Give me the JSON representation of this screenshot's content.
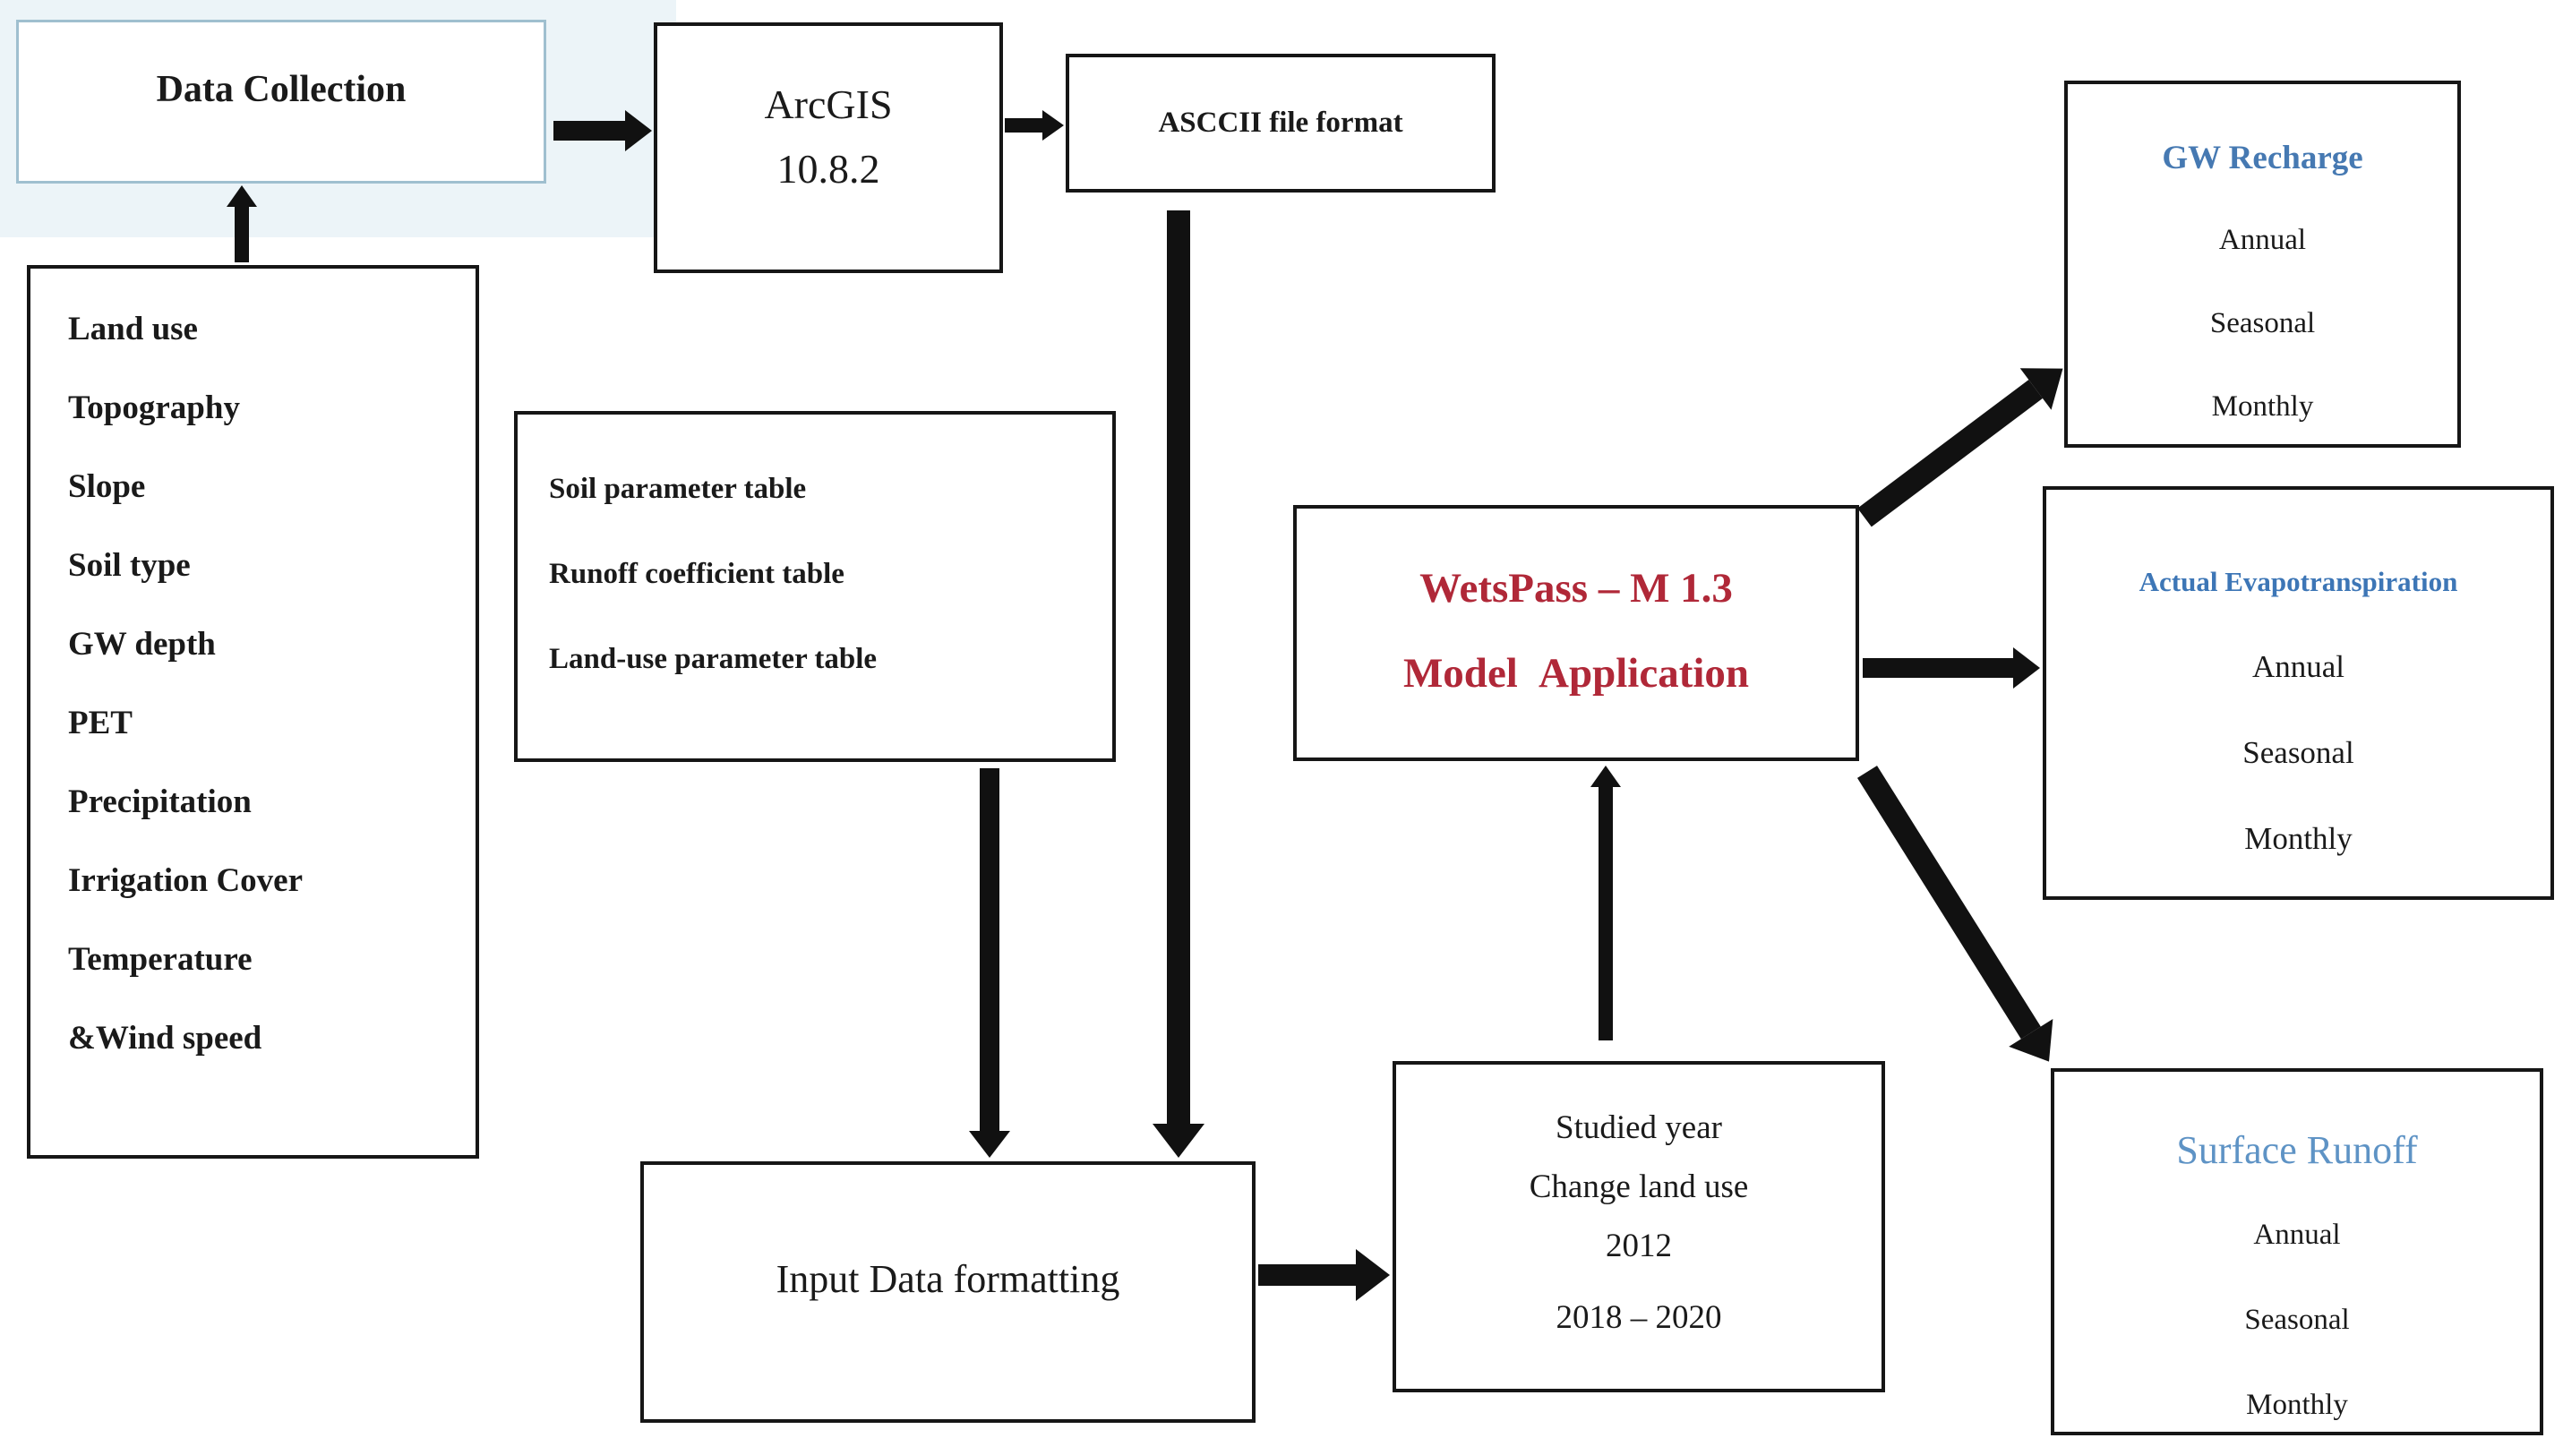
{
  "diagram": {
    "colors": {
      "accent_red": "#B02838",
      "accent_blue": "#4679B2",
      "accent_blue_light": "#5E93C5",
      "light_box_border": "#9FBFCF",
      "arrow_color": "#111111",
      "background_tint": "#ECF4F8"
    },
    "boxes": {
      "data_collection": {
        "label": "Data Collection"
      },
      "arcgis": {
        "line1": "ArcGIS",
        "line2": "10.8.2"
      },
      "asccii": {
        "label": "ASCCII file format"
      },
      "inputs": {
        "items": [
          "Land use",
          "Topography",
          "Slope",
          "Soil type",
          "GW depth",
          "PET",
          "Precipitation",
          "Irrigation Cover",
          "Temperature",
          "&Wind speed"
        ]
      },
      "parameter_tables": {
        "items": [
          "Soil parameter table",
          "Runoff coefficient table",
          "Land-use parameter table"
        ]
      },
      "input_formatting": {
        "label": "Input Data formatting"
      },
      "studied_year": {
        "lines": [
          "Studied year",
          "Change land use",
          "2012",
          "2018 – 2020"
        ]
      },
      "wetspass": {
        "line1": "WetsPass – M 1.3",
        "line2": "Model Application"
      },
      "gw_recharge": {
        "title": "GW Recharge",
        "items": [
          "Annual",
          "Seasonal",
          "Monthly"
        ]
      },
      "actual_evapotranspiration": {
        "title": "Actual Evapotranspiration",
        "items": [
          "Annual",
          "Seasonal",
          "Monthly"
        ]
      },
      "surface_runoff": {
        "title": "Surface Runoff",
        "items": [
          "Annual",
          "Seasonal",
          "Monthly"
        ]
      }
    }
  }
}
